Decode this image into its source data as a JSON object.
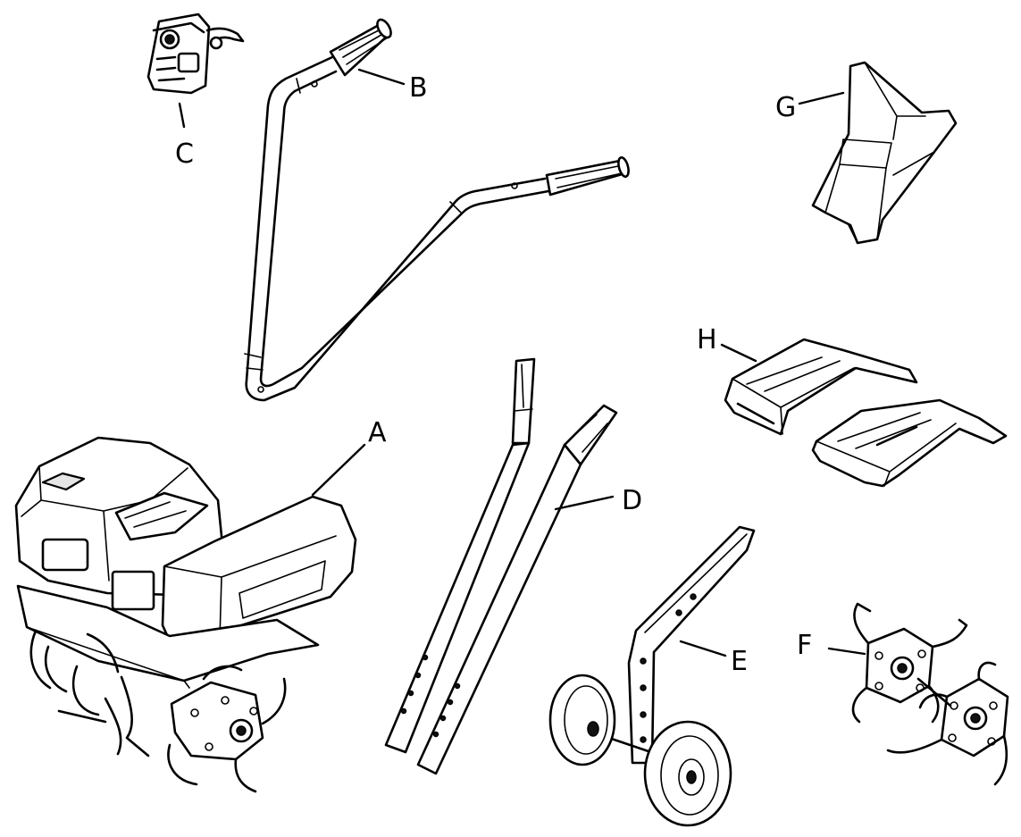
{
  "parts": {
    "A": "A",
    "B": "B",
    "C": "C",
    "D": "D",
    "E": "E",
    "F": "F",
    "G": "G",
    "H": "H"
  }
}
